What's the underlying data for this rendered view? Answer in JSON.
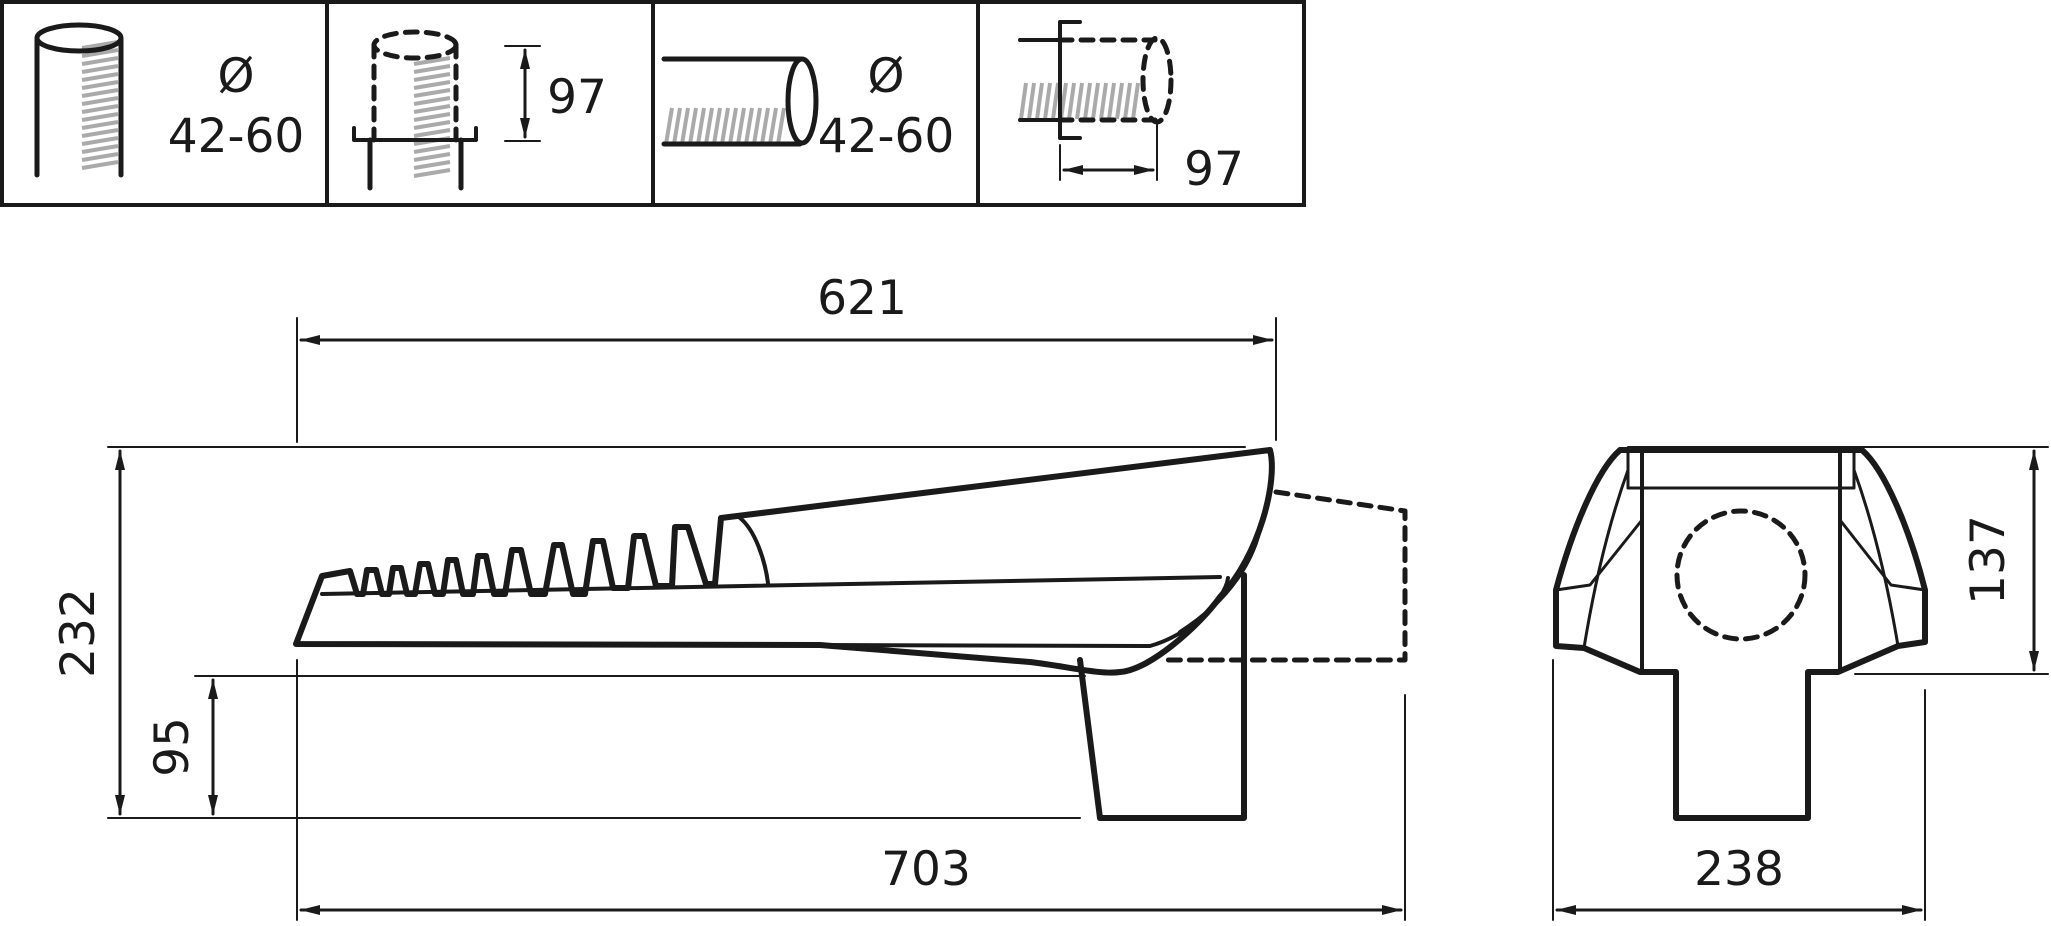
{
  "mounting_options": [
    {
      "diameter_symbol": "Ø",
      "diameter_range": "42-60"
    },
    {
      "insertion_depth": "97"
    },
    {
      "diameter_symbol": "Ø",
      "diameter_range": "42-60"
    },
    {
      "insertion_depth": "97"
    }
  ],
  "dimensions": {
    "width_top": "621",
    "height_total": "232",
    "height_lower": "95",
    "length_total": "703",
    "height_end": "137",
    "width_end": "238"
  },
  "colors": {
    "line": "#1a1a1a",
    "pole_hatch": "#aaaaaa",
    "background": "#ffffff"
  }
}
